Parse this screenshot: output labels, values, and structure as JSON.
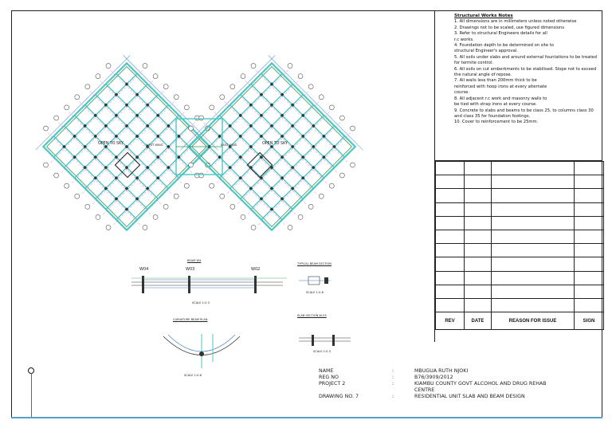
{
  "notes": {
    "title": "Structural Works Notes",
    "items": [
      "1. All dimensions are in millimeters unless noted otherwise",
      "2. Drawings not to be scaled, use figured dimensions",
      "3. Refer to structural Engineers details for all",
      "r.c works.",
      "4. Foundation depth to be determined on site to",
      "structural Engineer's approval.",
      "5. All soils under slabs and around external fountations to be treated",
      "for termite control.",
      "6. All soils on cut emberkments to be stabilised. Slope not to exceed",
      "the natural angle of repose.",
      "7. All walls less than 200mm thick to be",
      "reinforced with hoop irons at every alternate",
      "course.",
      "8. All adjacent r.c work and masonry walls to",
      "be tied with strap irons at every course.",
      "9. Concrete to slabs and beams to be class 25, to columns class 30",
      "and class 35 for foundation footings.",
      "10. Cover to reinforcement to be 25mm."
    ]
  },
  "revision_table": {
    "headers": [
      "REV",
      "DATE",
      "REASON FOR ISSUE",
      "SIGN"
    ]
  },
  "plan_labels": {
    "open_left": "OPEN TO SKY",
    "open_right": "OPEN TO SKY",
    "west_wing": "WEST WING",
    "east_wing": "EAST WING"
  },
  "details": {
    "beam_title": "BEAM W4",
    "beam_w04": "W04",
    "beam_w03": "W03",
    "beam_w02": "W02",
    "beam_scale": "SCALE 1:0.3",
    "typical_beam": "TYPICAL BEAM SECTION",
    "typical_scale": "SCALE 1:0.8",
    "curvature_title": "CURVATURE BEAM PLAN",
    "curvature_scale": "SCALE 1:0.8",
    "slab_title": "SLAB SECTION W-03",
    "slab_scale": "SCALE 1:0.3"
  },
  "title_block": {
    "name_label": "NAME",
    "name_value": "MBUGUA RUTH NJOKI",
    "reg_label": "REG NO",
    "reg_value": "B76/3909/2012",
    "project_label": "PROJECT 2",
    "project_value_1": "KIAMBU COUNTY GOVT ALCOHOL AND DRUG REHAB",
    "project_value_2": "CENTRE",
    "drawing_label": "DRAWING NO. 7",
    "drawing_value": "RESIDENTIAL UNIT SLAB AND BEAM DESIGN",
    "sep": ":"
  },
  "colors": {
    "beam_cyan": "#4fc6c6",
    "beam_green": "#2e9a4a",
    "grid_magenta": "#c24db8",
    "line_blue": "#3a7fc2",
    "linework": "#333333"
  }
}
